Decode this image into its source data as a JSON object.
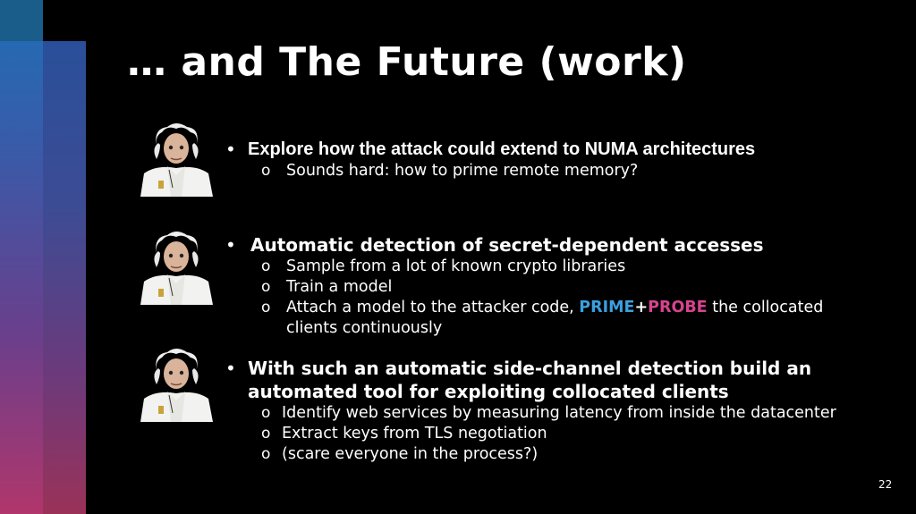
{
  "slide": {
    "title": "… and The Future (work)",
    "page_number": "22",
    "portrait_icon": "old-scientist-portrait",
    "sections": [
      {
        "bullet_marker": "•",
        "heading": "Explore how the attack could extend to NUMA architectures",
        "subs": [
          {
            "marker": "o",
            "text": "Sounds hard: how to prime remote memory?"
          }
        ]
      },
      {
        "bullet_marker": "•",
        "heading": "Automatic detection of secret-dependent accesses",
        "subs": [
          {
            "marker": "o",
            "text": "Sample from a lot of known crypto libraries"
          },
          {
            "marker": "o",
            "text": "Train a model"
          },
          {
            "marker": "o",
            "text_before": "Attach a model to the attacker code, ",
            "prime": "PRIME",
            "plus": "+",
            "probe": "PROBE",
            "text_after": " the collocated",
            "continuation": "clients continuously"
          }
        ]
      },
      {
        "bullet_marker": "•",
        "heading_line1": "With such an automatic side-channel detection build an",
        "heading_line2": "automated tool for exploiting collocated clients",
        "subs": [
          {
            "marker": "o",
            "text": "Identify web services by measuring latency from inside the datacenter"
          },
          {
            "marker": "o",
            "text": "Extract keys from TLS negotiation"
          },
          {
            "marker": "o",
            "text": "(scare everyone in the process?)"
          }
        ]
      }
    ],
    "colors": {
      "prime": "#3aa0e0",
      "probe": "#d6448e",
      "background": "#000000"
    }
  }
}
